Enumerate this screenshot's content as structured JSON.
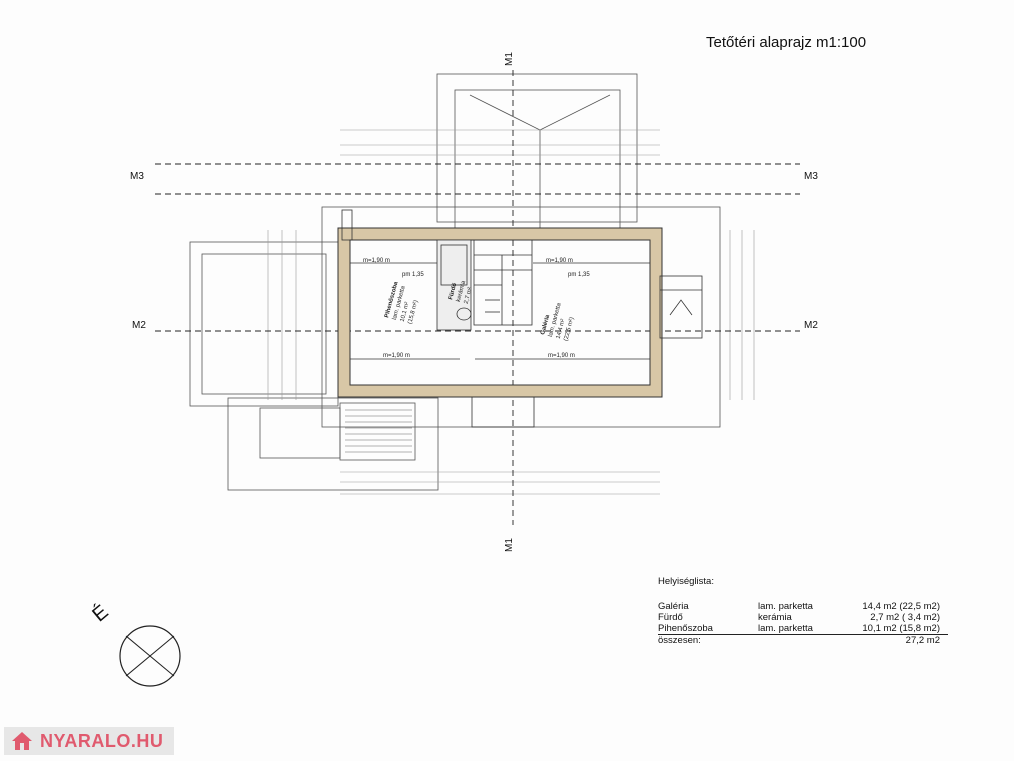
{
  "title": "Tetőtéri alaprajz   m1:100",
  "section_markers": {
    "m1": "M1",
    "m2": "M2",
    "m3": "M3"
  },
  "north_label": "É",
  "rooms": {
    "pihenoszoba": {
      "name": "Pihenőszoba",
      "lines": [
        "lam. parketta",
        "10,1 m²",
        "(15,8 m²)"
      ]
    },
    "furdo": {
      "name": "Fürdő",
      "lines": [
        "kerámia",
        "2,7 m²"
      ]
    },
    "galeria": {
      "name": "Galéria",
      "lines": [
        "lam. parketta",
        "14,4 m²",
        "(22,5 m²)"
      ]
    }
  },
  "height_marks": [
    "m=1,90 m",
    "m=1,90 m",
    "m=1,90 m",
    "m=1,90 m"
  ],
  "pm_marks": [
    "pm 1,35",
    "pm 1,35"
  ],
  "legend": {
    "heading": "Helyiséglista:",
    "rows": [
      {
        "name": "Galéria",
        "material": "lam. parketta",
        "area": "14,4 m2 (22,5 m2)"
      },
      {
        "name": "Fürdő",
        "material": "kerámia",
        "area": "2,7 m2 (  3,4 m2)"
      },
      {
        "name": "Pihenőszoba",
        "material": "lam. parketta",
        "area": "10,1 m2 (15,8 m2)"
      },
      {
        "name": "összesen:",
        "material": "",
        "area": "27,2 m2"
      }
    ]
  },
  "logo": {
    "text": "NYARALO.HU",
    "color": "#e05a6e"
  }
}
